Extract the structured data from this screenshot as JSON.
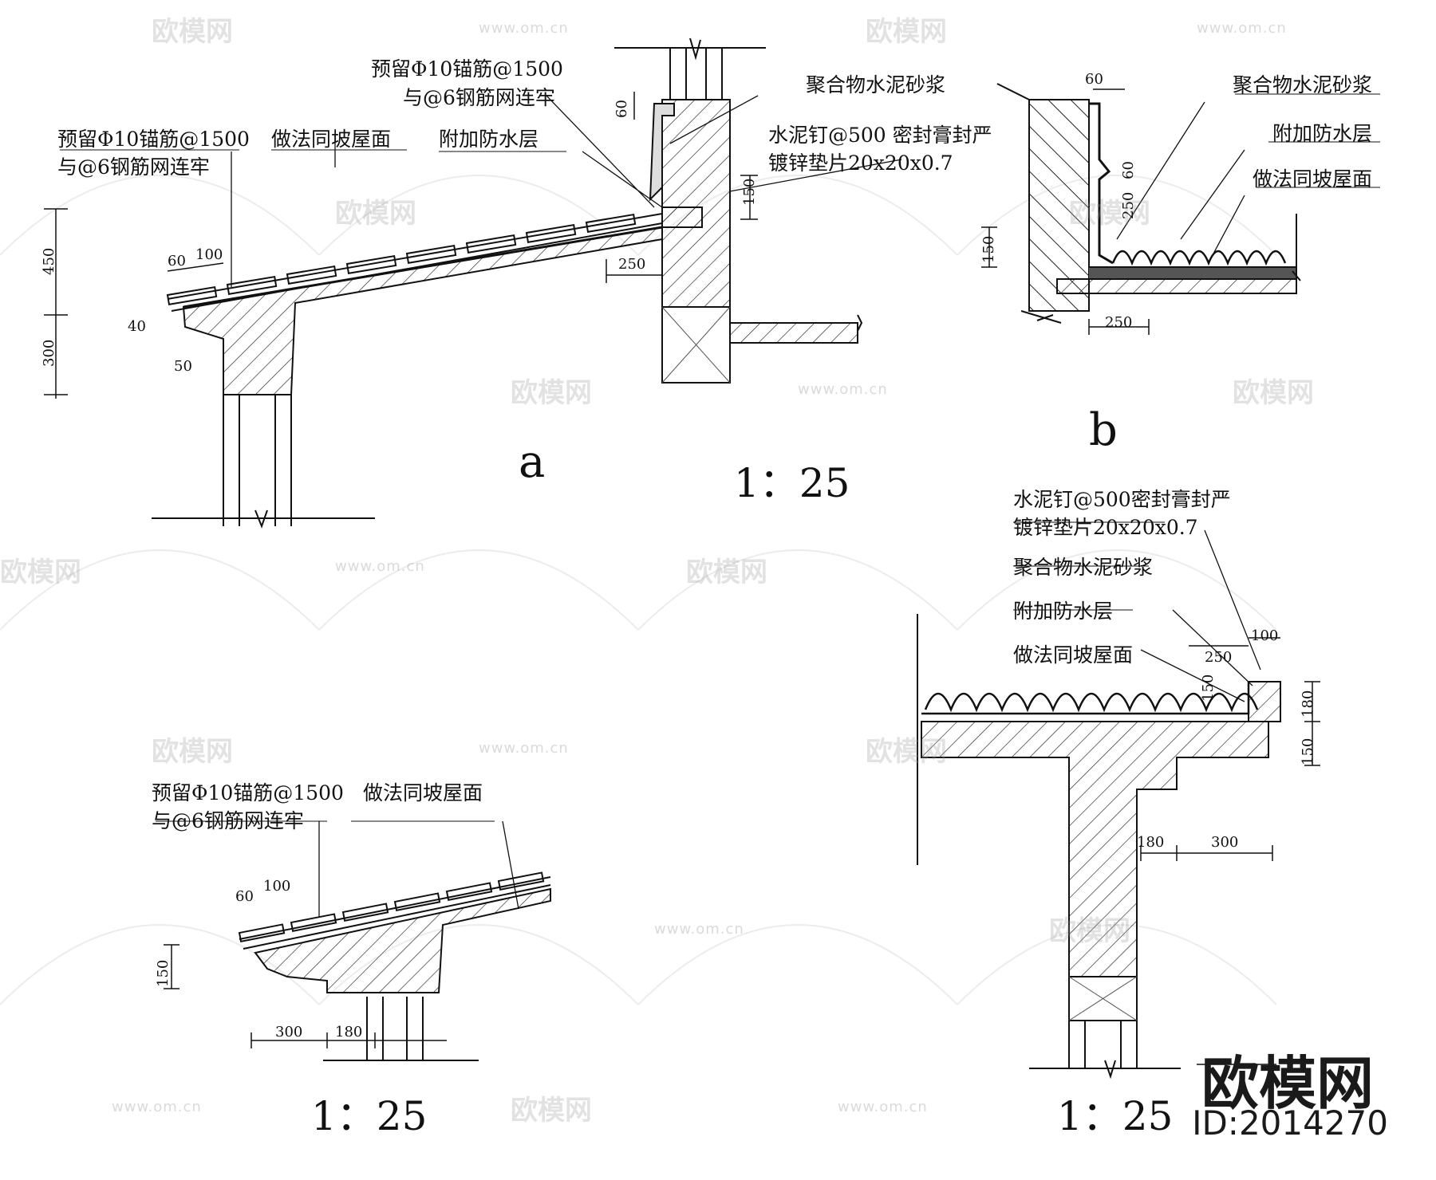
{
  "detail_a": {
    "anchor_note_outer_l1": "预留Φ10锚筋@1500",
    "anchor_note_outer_l2": "与@6钢筋网连牢",
    "anchor_note_upper_l1": "预留Φ10锚筋@1500",
    "anchor_note_upper_l2": "与@6钢筋网连牢",
    "same_as_slope": "做法同坡屋面",
    "extra_waterproof": "附加防水层",
    "polymer_mortar": "聚合物水泥砂浆",
    "nail_note_l1": "水泥钉@500 密封膏封严",
    "nail_note_l2": "镀锌垫片20x20x0.7",
    "dims": {
      "d60a": "60",
      "d100a": "100",
      "d450": "450",
      "d300": "300",
      "d40": "40",
      "d50": "50",
      "d60top": "60",
      "d150": "150",
      "d250": "250"
    },
    "tag": "a",
    "scale": "1：25"
  },
  "detail_b": {
    "polymer_mortar": "聚合物水泥砂浆",
    "extra_waterproof": "附加防水层",
    "same_as_slope": "做法同坡屋面",
    "dims": {
      "d60top": "60",
      "d60": "60",
      "d250v": "250",
      "d150": "150",
      "d250": "250"
    },
    "tag": "b"
  },
  "detail_c": {
    "anchor_note_l1": "预留Φ10锚筋@1500",
    "anchor_note_l2": "与@6钢筋网连牢",
    "same_as_slope": "做法同坡屋面",
    "dims": {
      "d60": "60",
      "d100": "100",
      "d150": "150",
      "d300": "300",
      "d180": "180"
    },
    "scale": "1：25"
  },
  "detail_d": {
    "nail_note_l1": "水泥钉@500密封膏封严",
    "nail_note_l2": "镀锌垫片20x20x0.7",
    "polymer_mortar": "聚合物水泥砂浆",
    "extra_waterproof": "附加防水层",
    "same_as_slope": "做法同坡屋面",
    "dims": {
      "d250": "250",
      "d100": "100",
      "d150v": "150",
      "d180v": "180",
      "d150r": "150",
      "d180": "180",
      "d300": "300"
    },
    "scale": "1：25"
  },
  "watermark": {
    "text": "欧模网",
    "url": "www.om.cn",
    "brand": "欧模网",
    "id": "ID:2014270"
  }
}
